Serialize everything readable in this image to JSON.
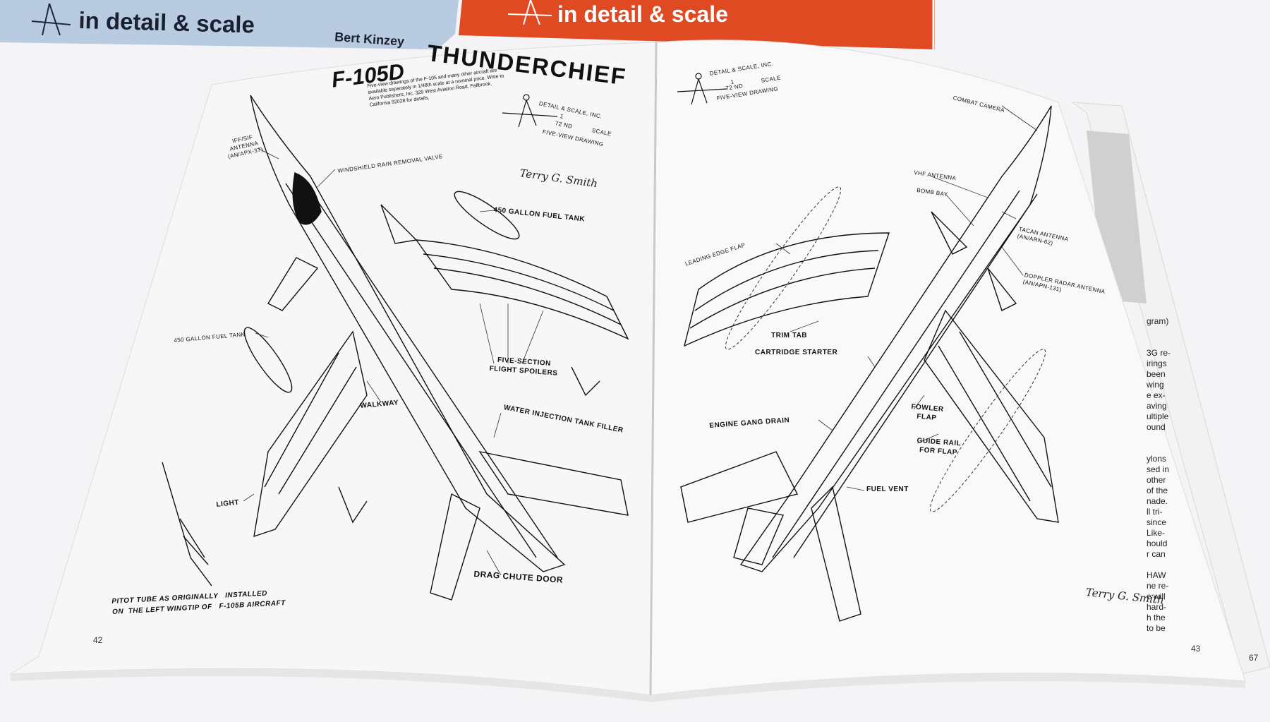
{
  "covers": {
    "blue_title": "in detail & scale",
    "blue_author": "Bert Kinzey",
    "red_title": "in detail & scale"
  },
  "left_page": {
    "title_model": "F-105D",
    "title_name": "THUNDERCHIEF",
    "blurb": "Five-view drawings of the F-105 and many other aircraft are\navailable separately in 1/48th scale at a nominal price. Write to\nAero Publishers, Inc. 329 West Aviation Road, Fallbrook,\nCalifornia 92028 for details.",
    "logo_line1": "DETAIL & SCALE, INC.",
    "logo_scale_num": "1",
    "logo_scale_den": "72 ND",
    "logo_scale": "SCALE",
    "logo_view": "FIVE-VIEW DRAWING",
    "signature": "Terry G. Smith",
    "labels": {
      "iff": "IFF/SIF\nANTENNA\n(AN/APX-37)",
      "windshield": "WINDSHIELD RAIN REMOVAL VALVE",
      "fuel_tank_top": "450 GALLON FUEL TANK",
      "fuel_tank_left": "450 GALLON FUEL TANK",
      "spoilers": "FIVE-SECTION\nFLIGHT SPOILERS",
      "walkway": "WALKWAY",
      "water_injection": "WATER INJECTION TANK FILLER",
      "light": "LIGHT",
      "drag_chute": "DRAG CHUTE DOOR",
      "pitot": "PITOT TUBE AS ORIGINALLY   INSTALLED\nON  THE LEFT WINGTIP OF   F-105B AIRCRAFT"
    },
    "page_number": "42"
  },
  "right_page": {
    "logo_line1": "DETAIL & SCALE, INC.",
    "logo_scale_num": "1",
    "logo_scale_den": "72 ND",
    "logo_scale": "SCALE",
    "logo_view": "FIVE-VIEW DRAWING",
    "labels": {
      "combat_camera": "COMBAT CAMERA",
      "vhf": "VHF ANTENNA",
      "bomb_bay": "BOMB BAY",
      "tacan": "TACAN ANTENNA\n(AN/ARN-62)",
      "doppler": "DOPPLER RADAR ANTENNA\n(AN/APN-131)",
      "leading_edge": "LEADING EDGE FLAP",
      "trim_tab": "TRIM TAB",
      "cartridge": "CARTRIDGE STARTER",
      "fowler": "FOWLER\nFLAP",
      "engine_gang": "ENGINE GANG DRAIN",
      "guide_rail": "GUIDE RAIL\nFOR FLAP",
      "fuel_vent": "FUEL VENT"
    },
    "signature": "Terry G. Smith",
    "page_number": "43"
  },
  "back_page": {
    "fragments": "gram)\n\n\n3G re-\nirings\nbeen\nwing\ne ex-\naving\nultiple\nound\n\n\nylons\nsed in\nother\nof the\nnade.\nll tri-\nsince\nLike-\nhould\nr can\n\nHAW\nne re-\ne will\nhard-\nh the\nto be",
    "page_number": "67"
  },
  "colors": {
    "background": "#f4f4f6",
    "paper": "#f7f7f7",
    "ink": "#111111",
    "blue_cover": "#b8cbe0",
    "red_cover": "#e04a22"
  }
}
